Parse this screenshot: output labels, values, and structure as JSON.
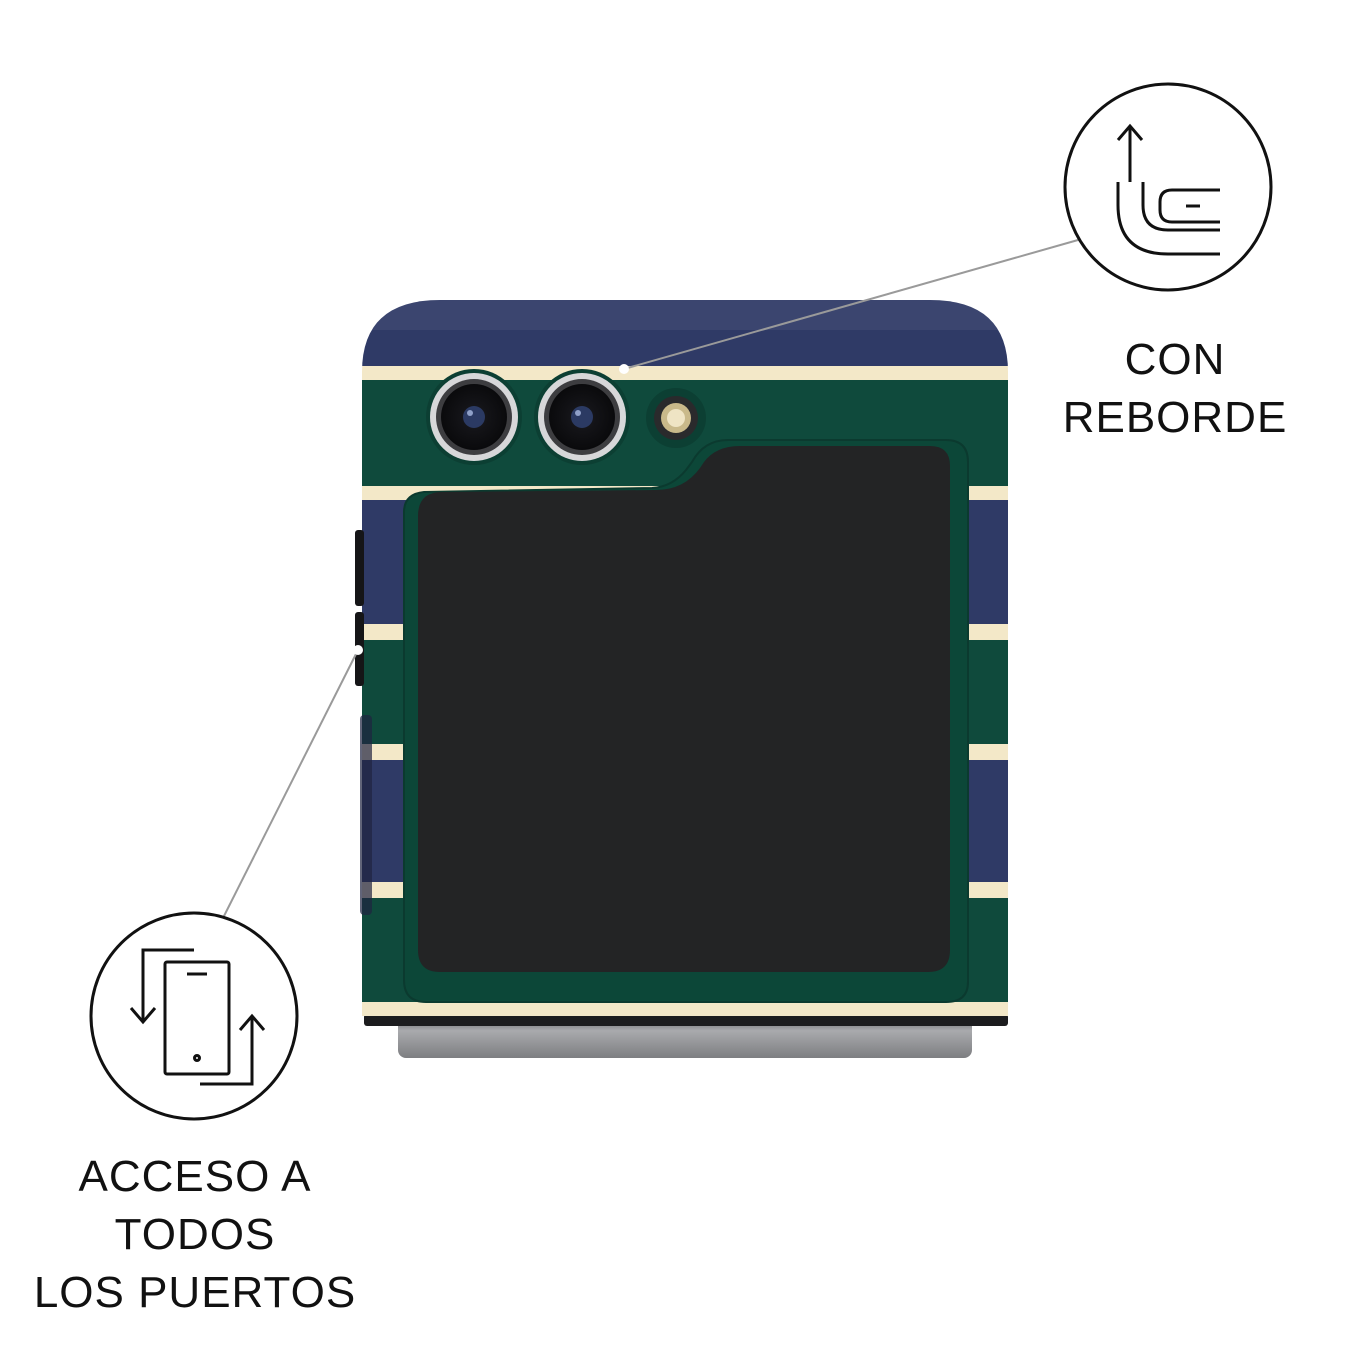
{
  "features": {
    "reborde": {
      "icon": "raised-lip-icon",
      "lines": [
        "CON",
        "REBORDE"
      ]
    },
    "puertos": {
      "icon": "phone-ports-access-icon",
      "lines": [
        "ACCESO A",
        "TODOS",
        "LOS PUERTOS"
      ]
    }
  },
  "colors": {
    "navy_stripe": "#2f3a66",
    "green_stripe": "#0f4a3c",
    "cream_stripe": "#f3e8c8",
    "screen": "#232425",
    "hinge": "#8e8f92",
    "leader_line": "#9a9a9a",
    "text": "#111111"
  }
}
